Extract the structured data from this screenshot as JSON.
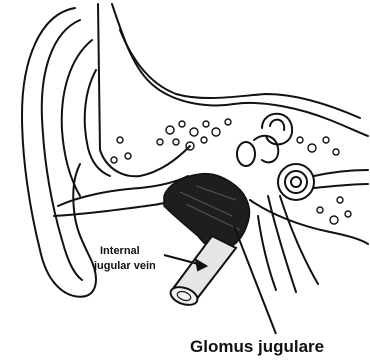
{
  "diagram": {
    "labels": {
      "internal_jugular_vein_line1": "Internal",
      "internal_jugular_vein_line2": "jugular vein",
      "glomus_jugulare": "Glomus jugulare"
    },
    "colors": {
      "ink": "#111111",
      "tumor": "#1e1e1e",
      "vein": "#e6e6e6",
      "background": "#ffffff"
    }
  }
}
